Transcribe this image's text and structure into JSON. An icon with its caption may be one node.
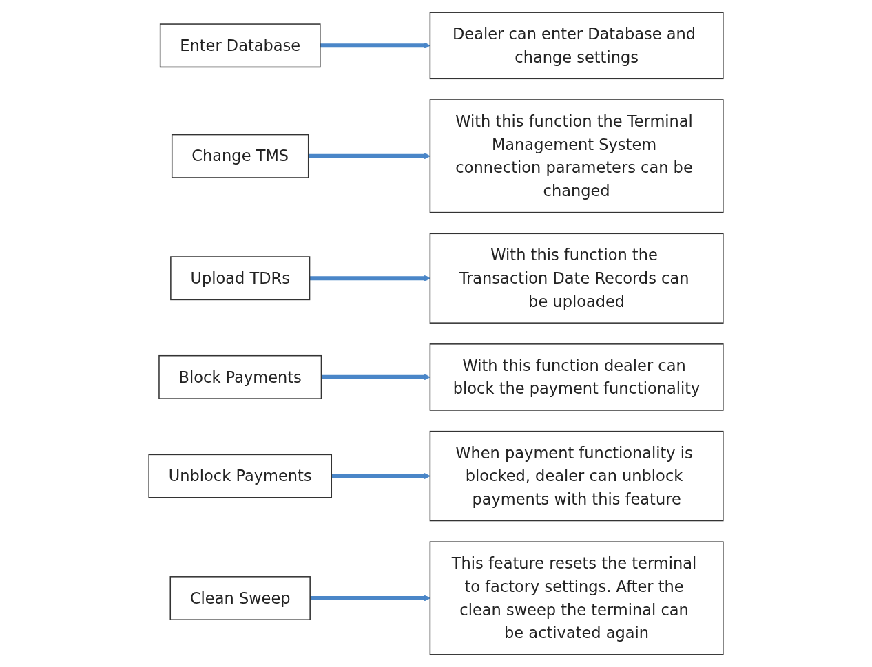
{
  "diagram": {
    "nodes": [
      {
        "text": [
          "Enter Database"
        ]
      },
      {
        "text": [
          "Dealer can enter Database and change settings"
        ]
      },
      {
        "text": [
          "Change TMS"
        ]
      },
      {
        "text": [
          "With this function the Terminal Management System connection parameters can be changed"
        ]
      },
      {
        "text": [
          "Upload TDRs"
        ]
      },
      {
        "text": [
          "With this function the Transaction Date Records can be uploaded"
        ]
      },
      {
        "text": [
          "Block Payments"
        ]
      },
      {
        "text": [
          "With this function dealer can block the payment functionality"
        ]
      },
      {
        "text": [
          "Unblock Payments"
        ]
      },
      {
        "text": [
          "When payment functionality is blocked, dealer can unblock payments with this feature"
        ]
      },
      {
        "text": [
          "Clean Sweep"
        ]
      },
      {
        "text": [
          "This feature resets the terminal to factory settings. After the clean sweep the terminal can be activated again"
        ]
      }
    ],
    "edges": [
      {
        "from": 0,
        "to": 1,
        "arrow": "to"
      },
      {
        "from": 2,
        "to": 3,
        "arrow": "to"
      },
      {
        "from": 4,
        "to": 5,
        "arrow": "to"
      },
      {
        "from": 6,
        "to": 7,
        "arrow": "to"
      },
      {
        "from": 8,
        "to": 9,
        "arrow": "to"
      },
      {
        "from": 10,
        "to": 11,
        "arrow": "to"
      }
    ]
  }
}
